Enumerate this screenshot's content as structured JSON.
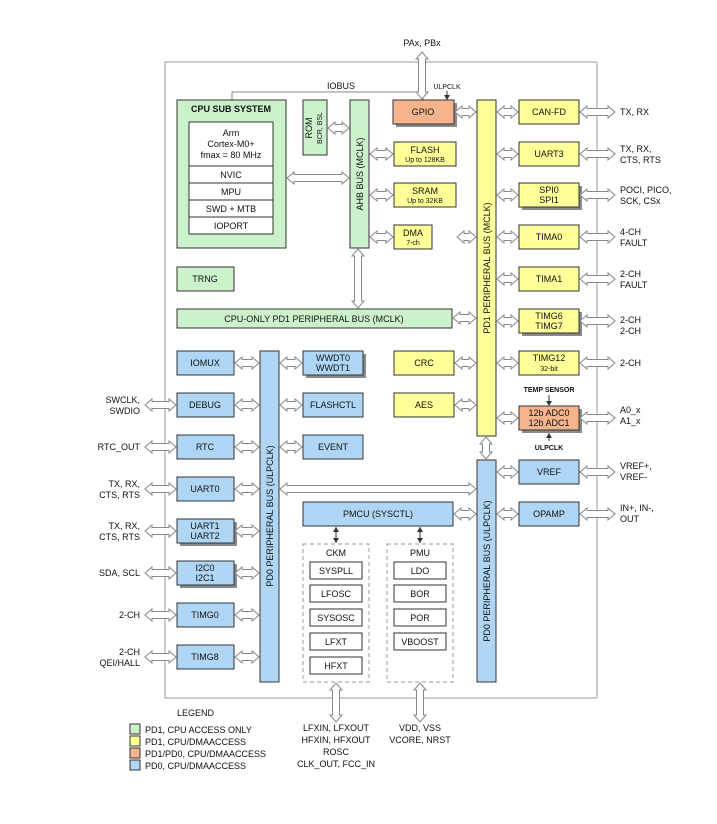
{
  "colors": {
    "green": "#CCF2CC",
    "yellow": "#FFFF99",
    "orange": "#F5B48C",
    "blue": "#AFD7F5",
    "stroke": "#333333",
    "arrow_fill": "#ffffff",
    "arrow_stroke": "#888888",
    "frame": "#999999"
  },
  "labels": {
    "pax_pbx": "PAx, PBx",
    "iobus": "IOBUS",
    "ulplclk_top": "ULPCLK",
    "cpu_subsystem": "CPU SUB SYSTEM",
    "arm1": "Arm",
    "arm2": "Cortex-M0+",
    "arm3": "fmax = 80 MHz",
    "nvic": "NVIC",
    "mpu": "MPU",
    "swd_mtb": "SWD + MTB",
    "ioport": "IOPORT",
    "rom1": "ROM",
    "rom2": "BCR, BSL",
    "ahb_bus": "AHB BUS (MCLK)",
    "flash1": "FLASH",
    "flash2": "Up to 128KB",
    "sram1": "SRAM",
    "sram2": "Up to 32KB",
    "dma1": "DMA",
    "dma2": "7-ch",
    "gpio": "GPIO",
    "pd1_bus": "PD1 PERIPHERAL BUS (MCLK)",
    "canfd": "CAN-FD",
    "uart3": "UART3",
    "spi0": "SPI0",
    "spi1": "SPI1",
    "tima0": "TIMA0",
    "tima1": "TIMA1",
    "timg6": "TIMG6",
    "timg7": "TIMG7",
    "timg12a": "TIMG12",
    "timg12b": "32-bit",
    "crc": "CRC",
    "aes": "AES",
    "tempsensor": "TEMP SENSOR",
    "adc0": "12b ADC0",
    "adc1": "12b ADC1",
    "ulplclk_adc": "ULPCLK",
    "vref": "VREF",
    "opamp": "OPAMP",
    "trng": "TRNG",
    "cpu_only_bus": "CPU-ONLY PD1 PERIPHERAL BUS (MCLK)",
    "iomux": "IOMUX",
    "debug": "DEBUG",
    "rtc": "RTC",
    "uart0": "UART0",
    "uart1": "UART1",
    "uart2": "UART2",
    "i2c0": "I2C0",
    "i2c1": "I2C1",
    "timg0": "TIMG0",
    "timg8": "TIMG8",
    "pd0_bus_left": "PD0 PERIPHERAL BUS (ULPCLK)",
    "pd0_bus_right": "PD0 PERIPHERAL BUS (ULPCLK)",
    "wwdt0": "WWDT0",
    "wwdt1": "WWDT1",
    "flashctl": "FLASHCTL",
    "event": "EVENT",
    "pmcu": "PMCU (SYSCTL)",
    "ckm": "CKM",
    "syspll": "SYSPLL",
    "lfosc": "LFOSC",
    "sysosc": "SYSOSC",
    "lfxt": "LFXT",
    "hfxt": "HFXT",
    "pmu": "PMU",
    "ldo": "LDO",
    "bor": "BOR",
    "por": "POR",
    "vboost": "VBOOST",
    "sig_canfd": "TX, RX",
    "sig_uart3_1": "TX, RX,",
    "sig_uart3_2": "CTS, RTS",
    "sig_spi_1": "POCI, PICO,",
    "sig_spi_2": "SCK, CSx",
    "sig_tima0_1": "4-CH",
    "sig_tima0_2": "FAULT",
    "sig_tima1_1": "2-CH",
    "sig_tima1_2": "FAULT",
    "sig_timg67_1": "2-CH",
    "sig_timg67_2": "2-CH",
    "sig_timg12": "2-CH",
    "sig_adc_1": "A0_x",
    "sig_adc_2": "A1_x",
    "sig_vref_1": "VREF+,",
    "sig_vref_2": "VREF-",
    "sig_opamp_1": "IN+, IN-,",
    "sig_opamp_2": "OUT",
    "sig_debug_1": "SWCLK,",
    "sig_debug_2": "SWDIO",
    "sig_rtc": "RTC_OUT",
    "sig_uart0_1": "TX, RX,",
    "sig_uart0_2": "CTS, RTS",
    "sig_uart12_1": "TX, RX,",
    "sig_uart12_2": "CTS, RTS",
    "sig_i2c": "SDA, SCL",
    "sig_timg0": "2-CH",
    "sig_timg8_1": "2-CH",
    "sig_timg8_2": "QEI/HALL",
    "ckm_out_1": "LFXIN, LFXOUT",
    "ckm_out_2": "HFXIN, HFXOUT",
    "ckm_out_3": "ROSC",
    "ckm_out_4": "CLK_OUT, FCC_IN",
    "pmu_out_1": "VDD, VSS",
    "pmu_out_2": "VCORE, NRST"
  },
  "legend": {
    "title": "LEGEND",
    "items": [
      {
        "label": "PD1, CPU ACCESS ONLY",
        "color": "#CCF2CC"
      },
      {
        "label": "PD1, CPU/DMAACCESS",
        "color": "#FFFF99"
      },
      {
        "label": "PD1/PD0, CPU/DMAACCESS",
        "color": "#F5B48C"
      },
      {
        "label": "PD0, CPU/DMAACCESS",
        "color": "#AFD7F5"
      }
    ]
  }
}
